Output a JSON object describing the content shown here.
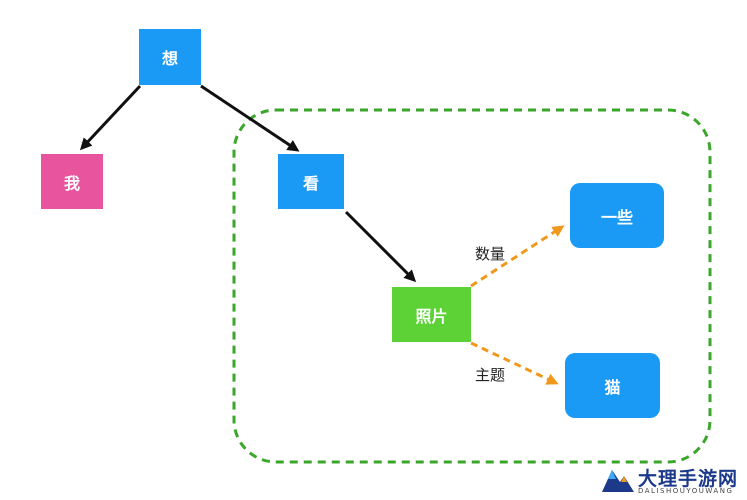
{
  "colors": {
    "blue_node": "#1a9af5",
    "pink_node": "#e8559e",
    "green_node": "#5cd236",
    "solid_edge": "#111111",
    "dashed_edge": "#f0981c",
    "group_border": "#3aa62a"
  },
  "nodes": {
    "xiang": "想",
    "wo": "我",
    "kan": "看",
    "zhaopian": "照片",
    "yixie": "一些",
    "mao": "猫"
  },
  "edge_labels": {
    "shuliang": "数量",
    "zhuti": "主题"
  },
  "watermark": {
    "text": "大理手游网",
    "subtext": "DALISHOUYOUWANG",
    "logo_icon": "mountain-logo-icon"
  }
}
